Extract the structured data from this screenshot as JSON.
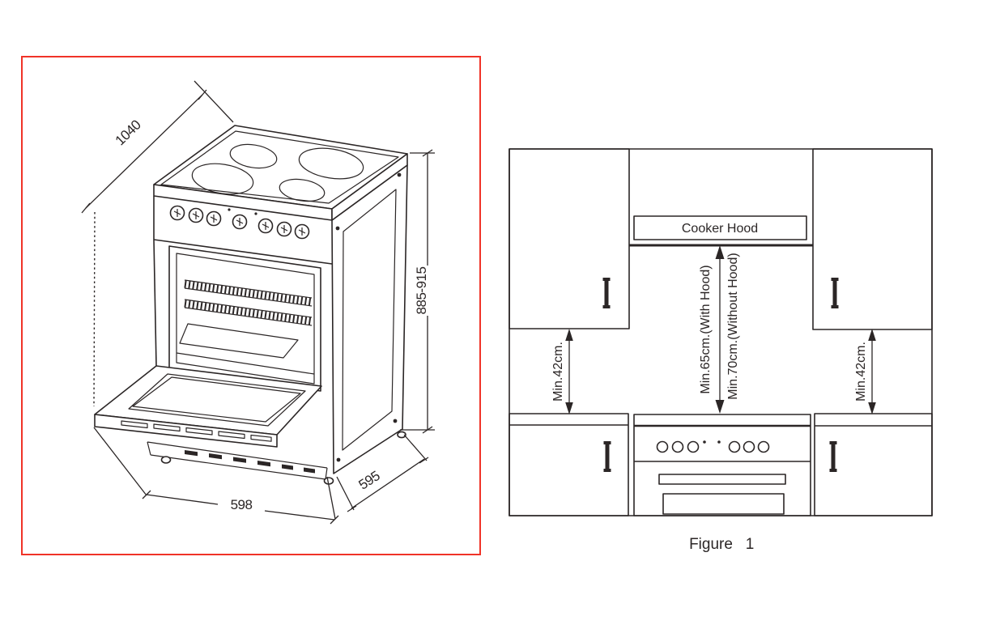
{
  "left_panel": {
    "description": "isometric-cooker-dimension-drawing",
    "dim_diagonal": "1040",
    "dim_height": "885-915",
    "dim_width": "598",
    "dim_depth": "595"
  },
  "right_panel": {
    "description": "kitchen-installation-clearance-diagram",
    "hood_label": "Cooker Hood",
    "clearance_left": "Min.42cm.",
    "clearance_right": "Min.42cm.",
    "clearance_with_hood": "Min.65cm.(With Hood)",
    "clearance_without_hood": "Min.70cm.(Without Hood)",
    "caption_word": "Figure",
    "caption_number": "1"
  },
  "colors": {
    "line": "#2b2626",
    "highlight_border": "#f03328",
    "background": "#ffffff"
  }
}
